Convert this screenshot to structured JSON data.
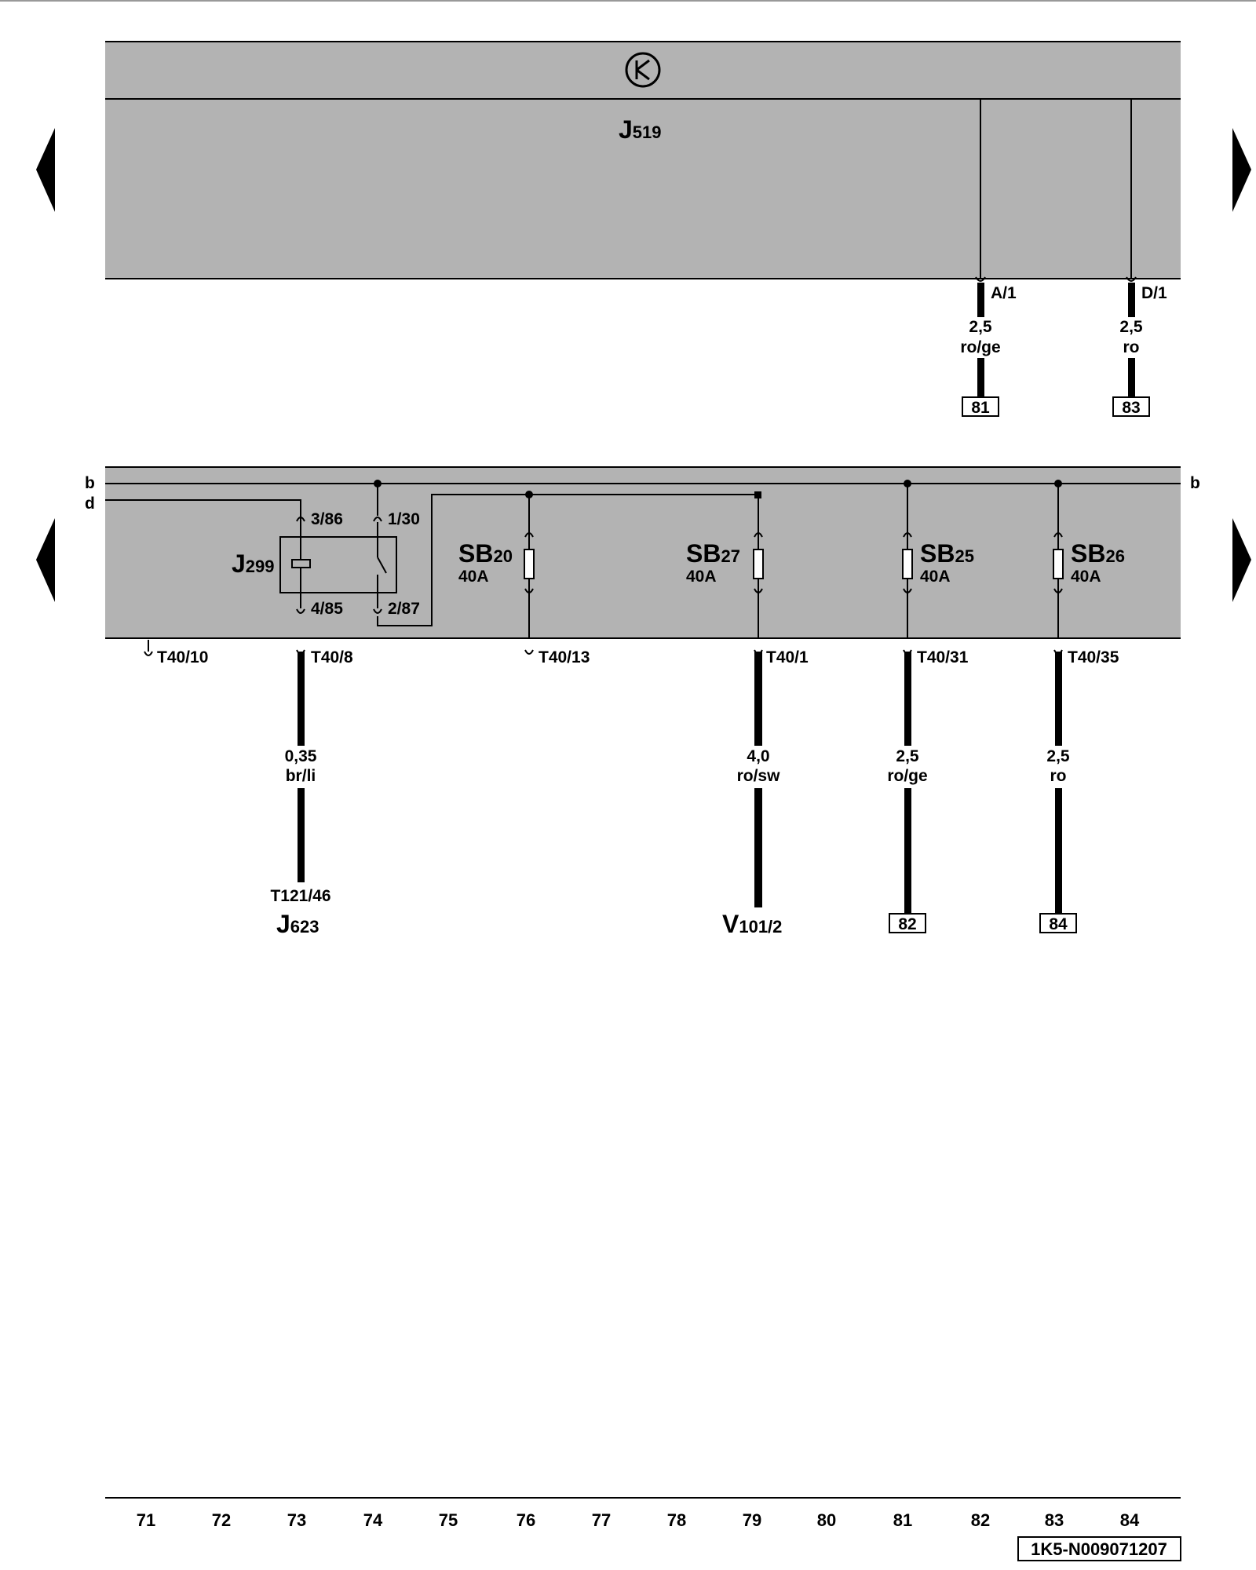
{
  "arrows": {
    "left_1": "previous page",
    "left_2": "previous page",
    "right_1": "next page",
    "right_2": "next page"
  },
  "top_module": {
    "name": "J",
    "sub": "519",
    "connectors": [
      {
        "pin": "A/1",
        "size": "2,5",
        "color": "ro/ge",
        "ref": "81"
      },
      {
        "pin": "D/1",
        "size": "2,5",
        "color": "ro",
        "ref": "83"
      }
    ]
  },
  "bottom_module": {
    "bus_b": "b",
    "bus_d": "d",
    "bus_b_right": "b",
    "relay": {
      "name": "J",
      "sub": "299",
      "pin_a1": "3/86",
      "pin_a2": "4/85",
      "pin_b1": "1/30",
      "pin_b2": "2/87"
    },
    "fuses": [
      {
        "name": "SB",
        "sub": "20",
        "rating": "40A",
        "terminal": "T40/13"
      },
      {
        "name": "SB",
        "sub": "27",
        "rating": "40A",
        "terminal": "T40/1"
      },
      {
        "name": "SB",
        "sub": "25",
        "rating": "40A",
        "terminal": "T40/31"
      },
      {
        "name": "SB",
        "sub": "26",
        "rating": "40A",
        "terminal": "T40/35"
      }
    ],
    "terminals": {
      "t10": "T40/10",
      "t8": "T40/8"
    }
  },
  "wires": [
    {
      "size": "0,35",
      "color": "br/li",
      "dest_pin": "T121/46",
      "dest_name": "J",
      "dest_sub": "623"
    },
    {
      "size": "4,0",
      "color": "ro/sw",
      "dest_name": "V",
      "dest_sub": "101/2"
    },
    {
      "size": "2,5",
      "color": "ro/ge",
      "ref": "82"
    },
    {
      "size": "2,5",
      "color": "ro",
      "ref": "84"
    }
  ],
  "footer": {
    "columns": [
      "71",
      "72",
      "73",
      "74",
      "75",
      "76",
      "77",
      "78",
      "79",
      "80",
      "81",
      "82",
      "83",
      "84"
    ],
    "doc_id": "1K5-N009071207"
  }
}
